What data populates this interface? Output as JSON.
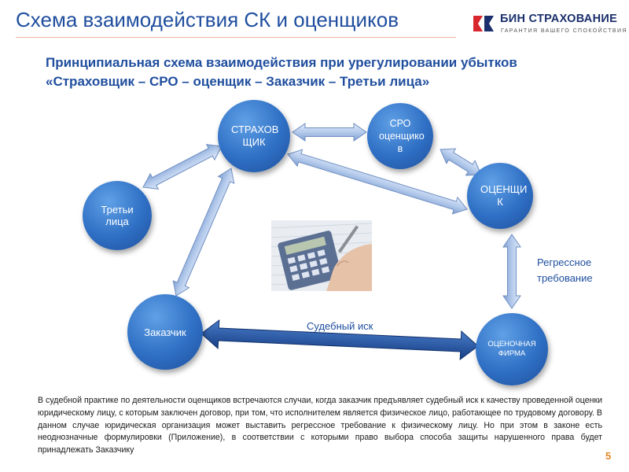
{
  "header": {
    "title": "Схема взаимодействия СК и оценщиков",
    "logo_name": "БИН СТРАХОВАНИЕ",
    "logo_tagline": "ГАРАНТИЯ ВАШЕГО СПОКОЙСТВИЯ"
  },
  "subtitle": {
    "line1": "Принципиальная схема взаимодействия при урегулировании убытков",
    "line2": "«Страховщик – СРО – оценщик – Заказчик – Третьи лица»"
  },
  "nodes": {
    "insurer": "СТРАХОВ ЩИК",
    "sro": "СРО оценщико в",
    "appraiser": "ОЦЕНЩИ К",
    "third_parties": "Третьи лица",
    "customer": "Заказчик",
    "appraisal_firm": "ОЦЕНОЧНАЯ ФИРМА"
  },
  "edge_labels": {
    "regress": "Регрессное требование",
    "lawsuit": "Судебный иск"
  },
  "body_text": "В судебной практике по деятельности оценщиков встречаются случаи, когда заказчик предъявляет судебный иск к качеству проведенной оценки юридическому лицу, с которым заключен договор, при том, что исполнителем является физическое лицо, работающее по трудовому договору. В данном случае юридическая организация может выставить регрессное требование к физическому лицу. Но при этом в законе есть неоднозначные формулировки (Приложение), в соответствии с которыми право выбора способа защиты нарушенного права будет принадлежать Заказчику",
  "page_number": "5",
  "colors": {
    "accent": "#1f4e9e",
    "node": "#2f6fc4",
    "arrow": "#a9c1e6",
    "lawsuit_arrow": "#1f4e9e",
    "page_number": "#e08a2a"
  }
}
